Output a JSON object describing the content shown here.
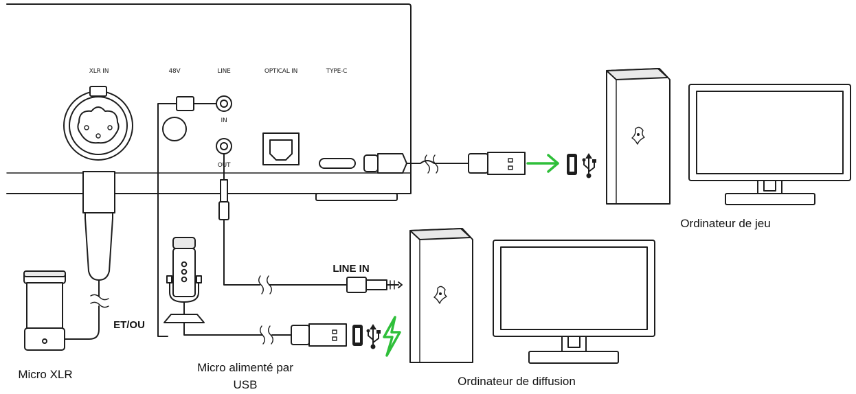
{
  "ports": {
    "xlr_in": "XLR IN",
    "phantom": "48V",
    "line": "LINE",
    "optical_in": "OPTICAL IN",
    "type_c": "TYPE-C",
    "in": "IN",
    "out": "OUT"
  },
  "labels": {
    "gaming_pc": "Ordinateur de jeu",
    "streaming_pc": "Ordinateur de diffusion",
    "line_in": "LINE IN",
    "and_or": "ET/OU",
    "xlr_mic": "Micro XLR",
    "usb_mic_line1": "Micro alimenté par",
    "usb_mic_line2": "USB"
  },
  "colors": {
    "accent_arrow": "#2fbf3a",
    "line_art": "#1d1d1d"
  },
  "icons": [
    "usb-icon",
    "razer-logo-icon",
    "lightning-icon",
    "arrow-right-icon"
  ]
}
